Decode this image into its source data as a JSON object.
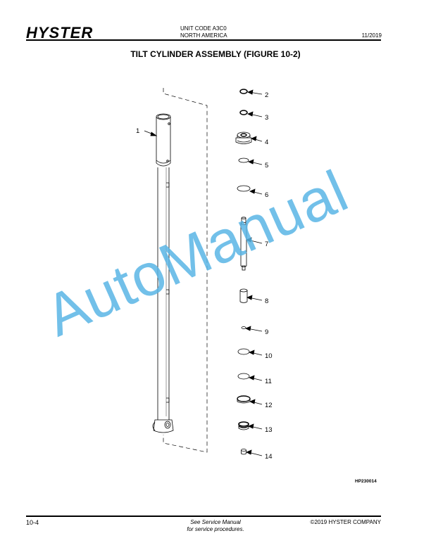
{
  "header": {
    "brand": "HYSTER",
    "unit_code": "UNIT CODE A3C0",
    "region": "NORTH AMERICA",
    "date": "11/2019"
  },
  "title": "TILT CYLINDER ASSEMBLY (FIGURE 10-2)",
  "figure": {
    "callouts": [
      "1",
      "2",
      "3",
      "4",
      "5",
      "6",
      "7",
      "8",
      "9",
      "10",
      "11",
      "12",
      "13",
      "14"
    ],
    "id": "HP230014"
  },
  "watermark": "AutoManual",
  "footer": {
    "page": "10-4",
    "note_line1": "See Service Manual",
    "note_line2": "for service procedures.",
    "copyright": "©2019 HYSTER COMPANY"
  }
}
